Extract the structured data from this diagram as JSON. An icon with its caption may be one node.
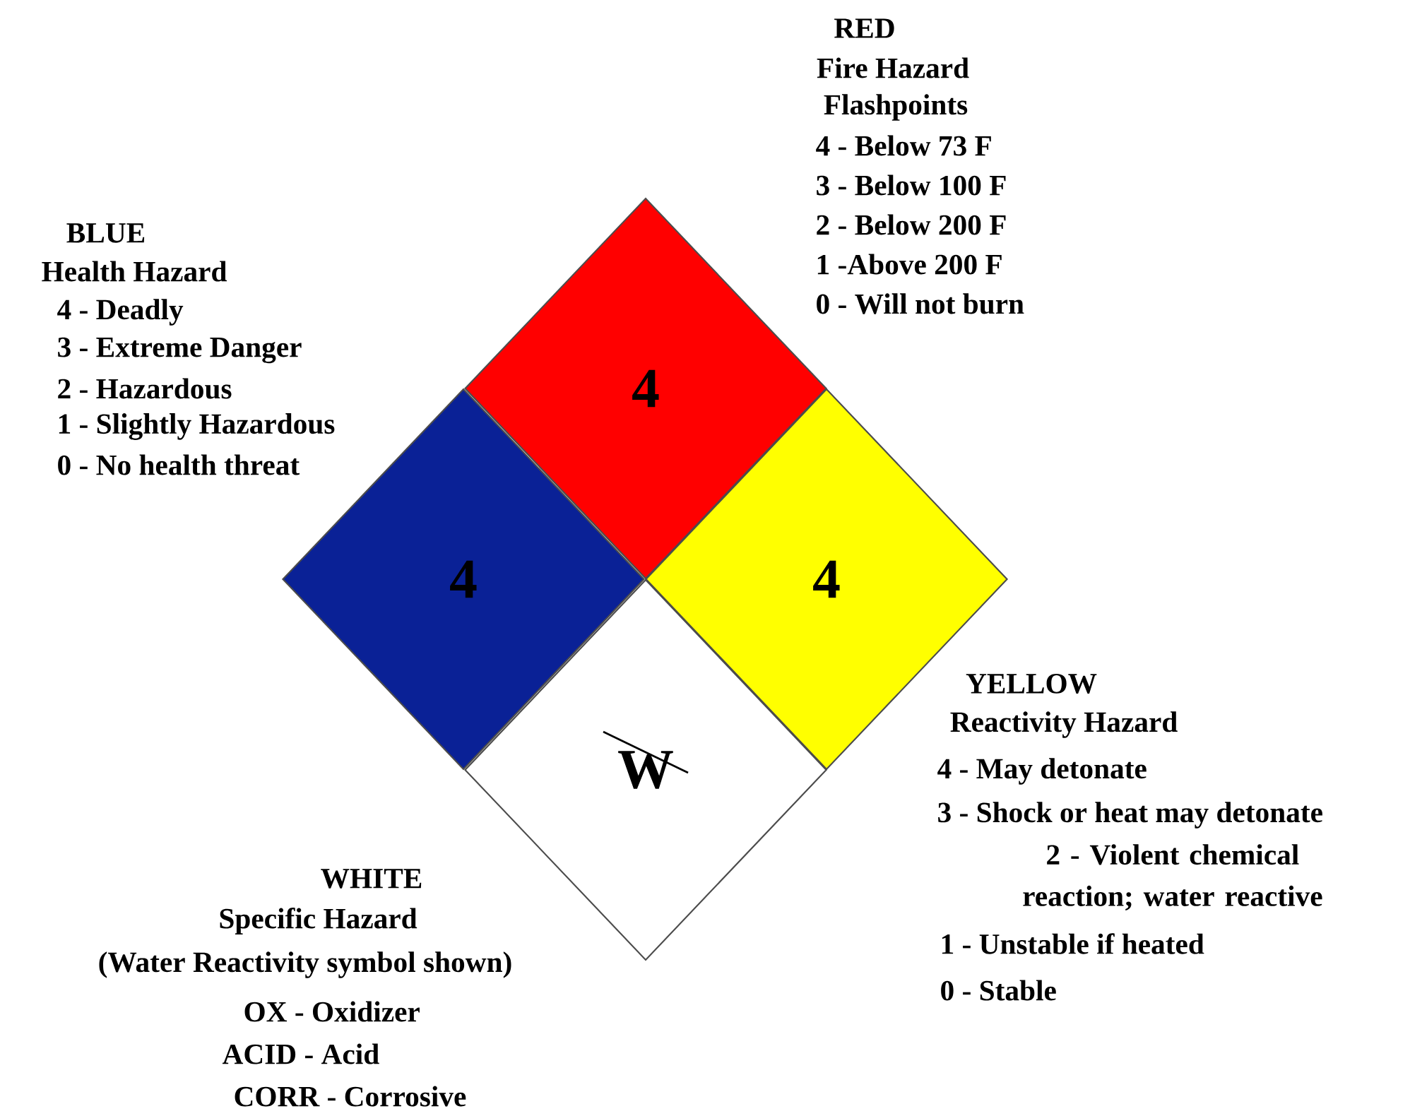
{
  "diagram": {
    "nodes": [
      {
        "text": [
          "4"
        ],
        "beside": [
          "RED",
          "Fire Hazard",
          "Flashpoints",
          "4 - Below 73 F",
          "3 - Below 100 F",
          "2 - Below 200 F",
          "1 -Above 200 F",
          "0 - Will not burn"
        ]
      },
      {
        "text": [
          "4"
        ],
        "beside": [
          "BLUE",
          "Health Hazard",
          "4 - Deadly",
          "3 - Extreme Danger",
          "2 - Hazardous",
          "1 - Slightly Hazardous",
          "0 - No health threat"
        ]
      },
      {
        "text": [
          "4"
        ],
        "beside": [
          "YELLOW",
          "Reactivity Hazard",
          "4 - May detonate",
          "3 - Shock or heat may detonate",
          "2 - Violent chemical reaction; water reactive",
          "1 - Unstable if heated",
          "0 - Stable"
        ]
      },
      {
        "text": [
          "W"
        ],
        "beside": [
          "WHITE",
          "Specific Hazard",
          "(Water Reactivity symbol shown)",
          "OX - Oxidizer",
          "ACID - Acid",
          "CORR - Corrosive"
        ]
      }
    ]
  }
}
